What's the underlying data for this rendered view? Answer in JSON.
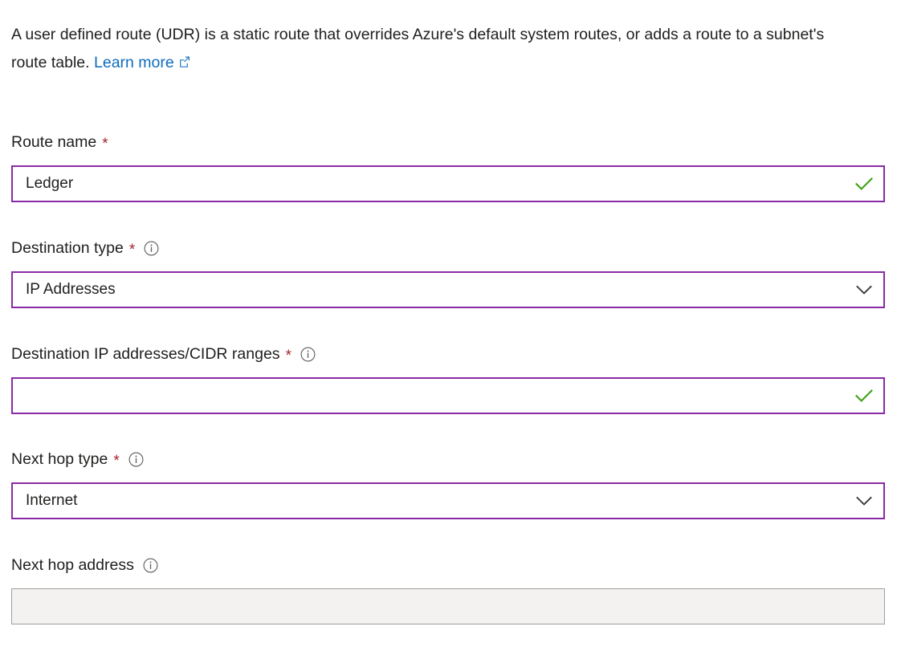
{
  "intro": {
    "text_before_link": "A user defined route (UDR) is a static route that overrides Azure's default system routes, or adds a route to a subnet's route table.",
    "link_label": "Learn more",
    "link_icon": "external-link-icon",
    "link_color": "#0f6cbd"
  },
  "theme": {
    "accent_border": "#8a2ba5",
    "required_star_color": "#a4262c",
    "valid_check_color": "#3fa214",
    "disabled_background": "#f3f2f1",
    "disabled_border": "#a19f9d",
    "text_color": "#201f1e"
  },
  "form": {
    "required_marker": "*",
    "fields": [
      {
        "name": "route-name",
        "label": "Route name",
        "required": true,
        "has_info": false,
        "info_icon": "",
        "control": "textbox",
        "value": "Ledger",
        "placeholder": "",
        "adornment": "valid-check-icon",
        "disabled": false
      },
      {
        "name": "destination-type",
        "label": "Destination type",
        "required": true,
        "has_info": true,
        "info_icon": "info-icon",
        "control": "dropdown",
        "value": "IP Addresses",
        "placeholder": "",
        "adornment": "chevron-down-icon",
        "disabled": false
      },
      {
        "name": "destination-ip-addresses",
        "label": "Destination IP addresses/CIDR ranges",
        "required": true,
        "has_info": true,
        "info_icon": "info-icon",
        "control": "textbox",
        "value": "",
        "placeholder": "",
        "adornment": "valid-check-icon",
        "disabled": false
      },
      {
        "name": "next-hop-type",
        "label": "Next hop type",
        "required": true,
        "has_info": true,
        "info_icon": "info-icon",
        "control": "dropdown",
        "value": "Internet",
        "placeholder": "",
        "adornment": "chevron-down-icon",
        "disabled": false
      },
      {
        "name": "next-hop-address",
        "label": "Next hop address",
        "required": false,
        "has_info": true,
        "info_icon": "info-icon",
        "control": "textbox",
        "value": "",
        "placeholder": "",
        "adornment": "none",
        "disabled": true
      }
    ]
  }
}
